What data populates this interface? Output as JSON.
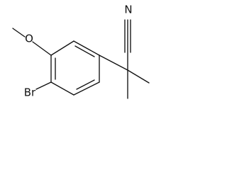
{
  "molecule": {
    "atoms": {
      "oxygen": "O",
      "bromine": "Br",
      "nitrogen": "N"
    },
    "colors": {
      "ink": "#111111",
      "background": "#ffffff"
    }
  }
}
